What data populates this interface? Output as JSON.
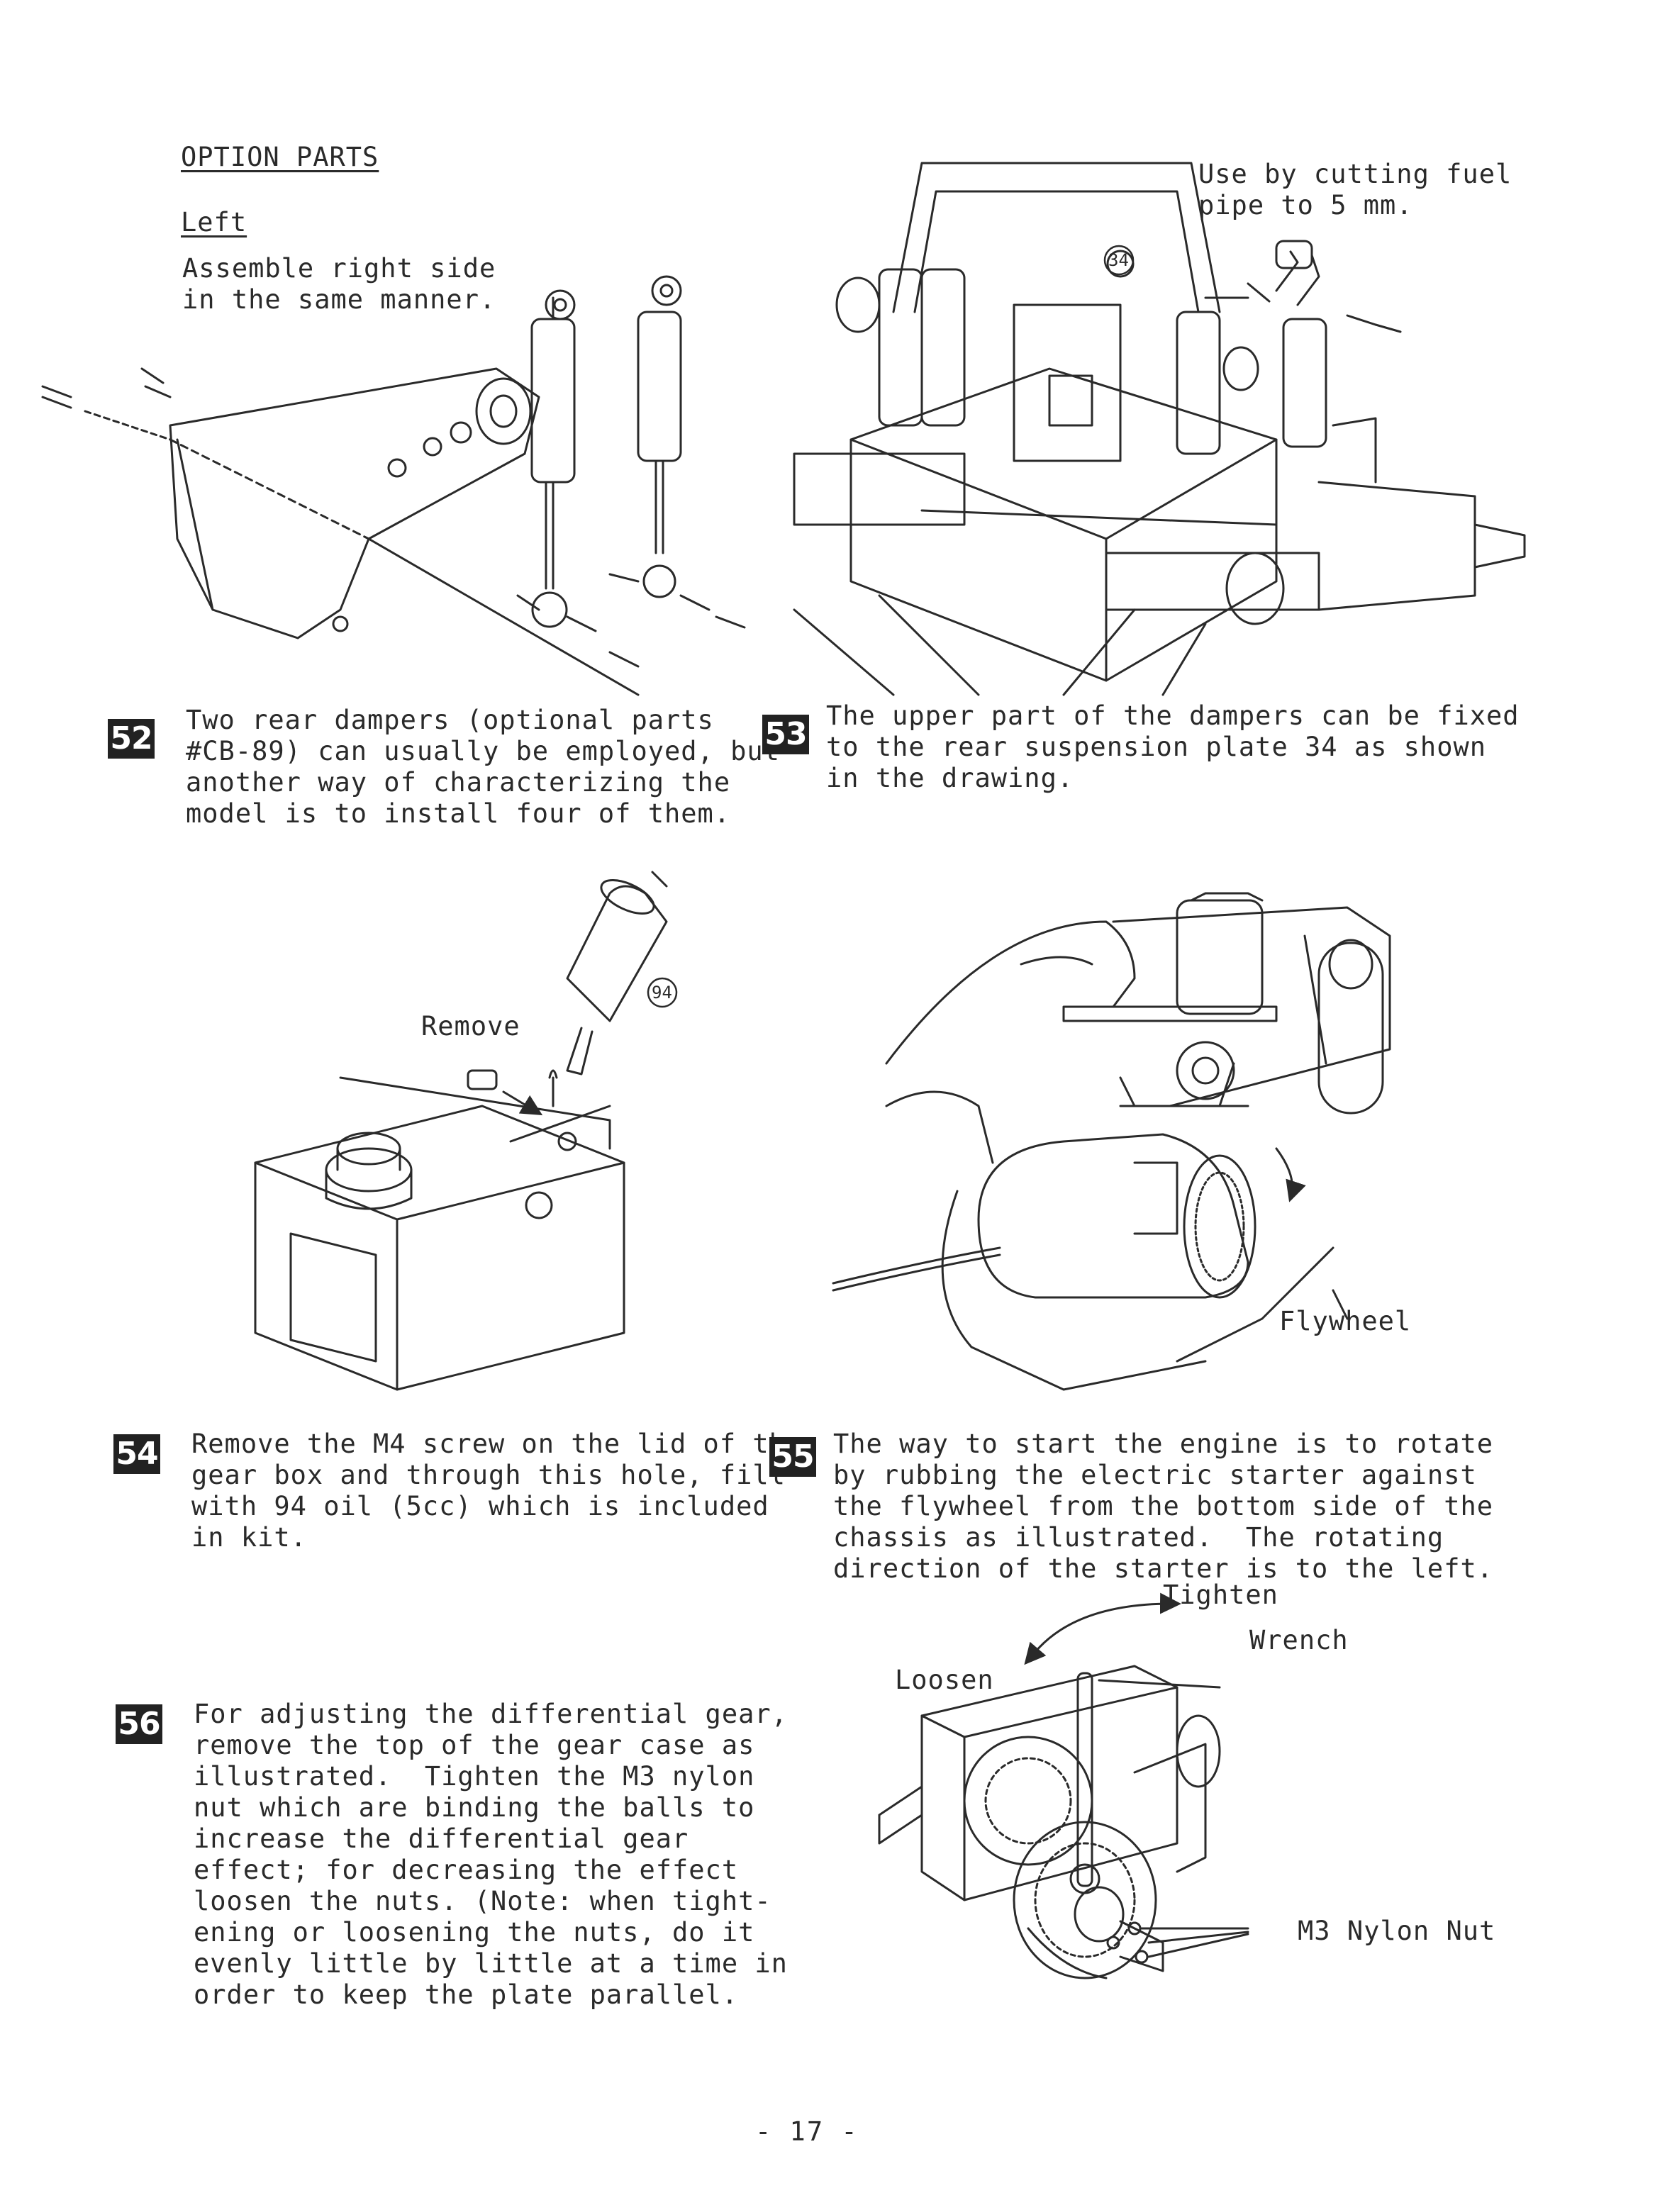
{
  "option_header": {
    "title": "OPTION PARTS",
    "side": "Left",
    "note_lines": [
      "Assemble right side",
      "in the same manner."
    ]
  },
  "fig53_callout": {
    "lines": [
      "Use by cutting fuel",
      "pipe to 5 mm."
    ],
    "part_number": "34"
  },
  "fig54_labels": {
    "remove": "Remove",
    "part_number": "94"
  },
  "fig55_labels": {
    "flywheel": "Flywheel"
  },
  "fig56_labels": {
    "tighten": "Tighten",
    "wrench": "Wrench",
    "loosen": "Loosen",
    "nut": "M3 Nylon Nut"
  },
  "steps": [
    {
      "number": "52",
      "lines": [
        "Two rear dampers (optional parts",
        "#CB-89) can usually be employed, but",
        "another way of characterizing the",
        "model is to install four of them."
      ]
    },
    {
      "number": "53",
      "lines": [
        "The upper part of the dampers can be fixed",
        "to the rear suspension plate 34 as shown",
        "in the drawing."
      ]
    },
    {
      "number": "54",
      "lines": [
        "Remove the M4 screw on the lid of the",
        "gear box and through this hole, fill",
        "with 94 oil (5cc) which is included",
        "in kit."
      ]
    },
    {
      "number": "55",
      "lines": [
        "The way to start the engine is to rotate",
        "by rubbing the electric starter against",
        "the flywheel from the bottom side of the",
        "chassis as illustrated.  The rotating",
        "direction of the starter is to the left."
      ]
    },
    {
      "number": "56",
      "lines": [
        "For adjusting the differential gear,",
        "remove the top of the gear case as",
        "illustrated.  Tighten the M3 nylon",
        "nut which are binding the balls to",
        "increase the differential gear",
        "effect; for decreasing the effect",
        "loosen the nuts. (Note: when tight-",
        "ening or loosening the nuts, do it",
        "evenly little by little at a time in",
        "order to keep the plate parallel."
      ]
    }
  ],
  "page_number": "- 17 -"
}
